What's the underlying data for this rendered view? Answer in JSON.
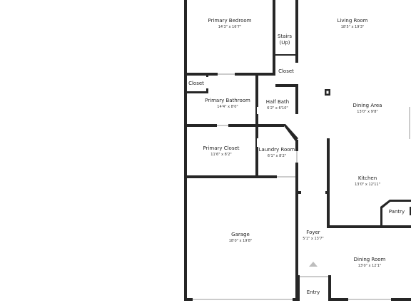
{
  "floorplan": {
    "rooms": [
      {
        "id": "primary-bedroom",
        "name": "Primary Bedroom",
        "dims": "14'3\" x 16'7\""
      },
      {
        "id": "living-room",
        "name": "Living Room",
        "dims": "18'5\" x 19'3\""
      },
      {
        "id": "stairs",
        "name": "Stairs",
        "sub": "(Up)"
      },
      {
        "id": "closet-upper",
        "name": "Closet"
      },
      {
        "id": "closet-left",
        "name": "Closet"
      },
      {
        "id": "primary-bathroom",
        "name": "Primary Bathroom",
        "dims": "14'4\" x 8'0\""
      },
      {
        "id": "half-bath",
        "name": "Half Bath",
        "dims": "6'2\" x 6'10\""
      },
      {
        "id": "dining-area",
        "name": "Dining Area",
        "dims": "13'0\" x 9'8\""
      },
      {
        "id": "primary-closet",
        "name": "Primary Closet",
        "dims": "11'6\" x 8'2\""
      },
      {
        "id": "laundry-room",
        "name": "Laundry Room",
        "dims": "6'1\" x 8'2\""
      },
      {
        "id": "kitchen",
        "name": "Kitchen",
        "dims": "13'0\" x 12'11\""
      },
      {
        "id": "pantry",
        "name": "Pantry"
      },
      {
        "id": "garage",
        "name": "Garage",
        "dims": "18'0\" x 19'8\""
      },
      {
        "id": "foyer",
        "name": "Foyer",
        "dims": "5'1\" x 13'7\""
      },
      {
        "id": "dining-room",
        "name": "Dining Room",
        "dims": "13'0\" x 12'1\""
      },
      {
        "id": "entry",
        "name": "Entry"
      }
    ],
    "colors": {
      "wall": "#262626",
      "background": "#ffffff",
      "entry_marker": "#bdbdbd"
    }
  }
}
